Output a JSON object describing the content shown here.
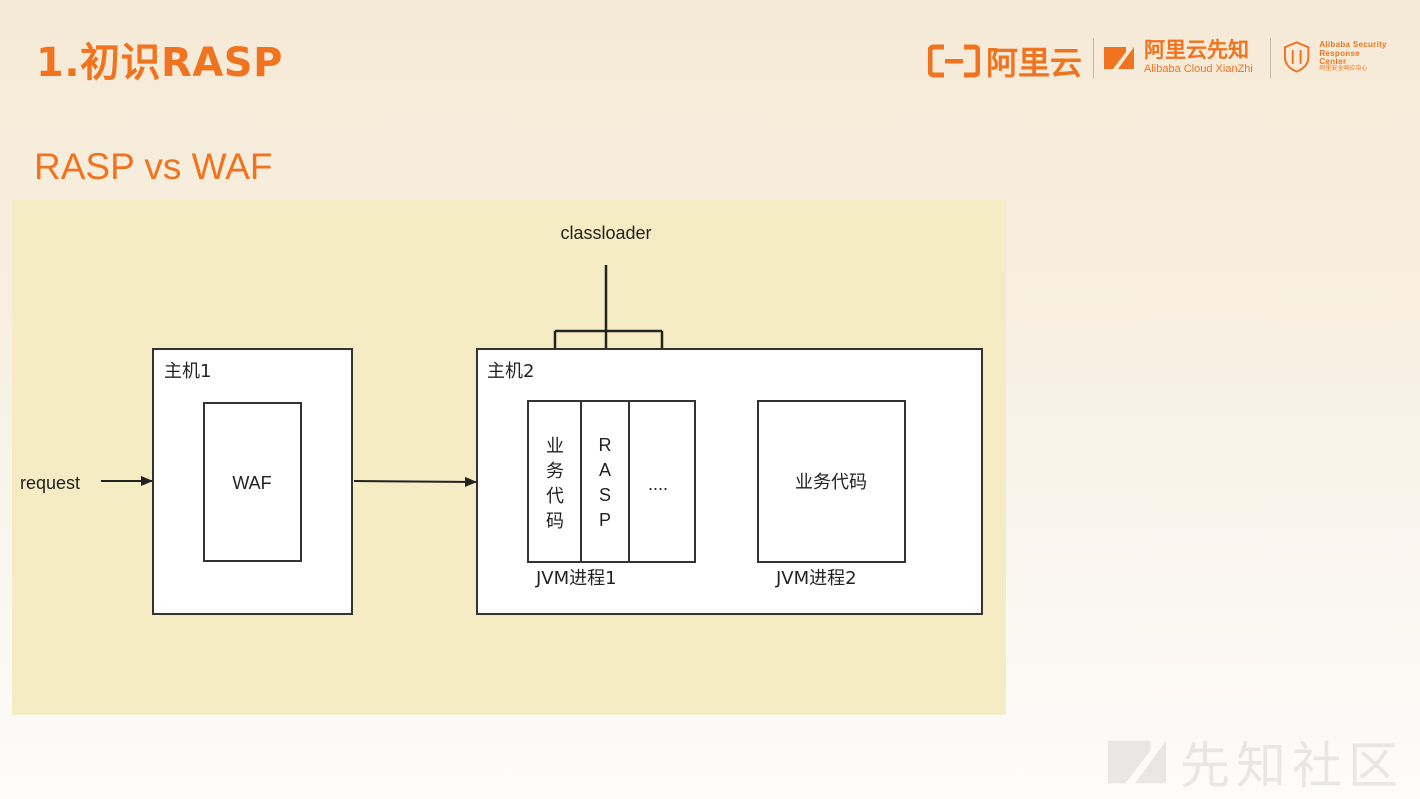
{
  "slide": {
    "title": "1.初识RASP",
    "subtitle": "RASP vs WAF"
  },
  "logos": {
    "aliyun_text": "阿里云",
    "xianzhi_cn": "阿里云先知",
    "xianzhi_en": "Alibaba Cloud XianZhi",
    "asrc_line1": "Alibaba Security",
    "asrc_line2": "Response Center",
    "asrc_line3": "阿里安全响应中心",
    "brand_color": "#f0731f"
  },
  "diagram": {
    "background_color": "#f6ecc3",
    "classloader_label": "classloader",
    "request_label": "request",
    "host1": {
      "label": "主机1",
      "inner_box": "WAF"
    },
    "host2": {
      "label": "主机2",
      "jvm1": {
        "label": "JVM进程1",
        "segments": [
          {
            "text": "业务代码",
            "chars": [
              "业",
              "务",
              "代",
              "码"
            ]
          },
          {
            "text": "RASP",
            "chars": [
              "R",
              "A",
              "S",
              "P"
            ]
          },
          {
            "text": "...."
          }
        ]
      },
      "jvm2": {
        "label": "JVM进程2",
        "box_text": "业务代码"
      }
    }
  },
  "watermark": {
    "text": "先知社区"
  }
}
